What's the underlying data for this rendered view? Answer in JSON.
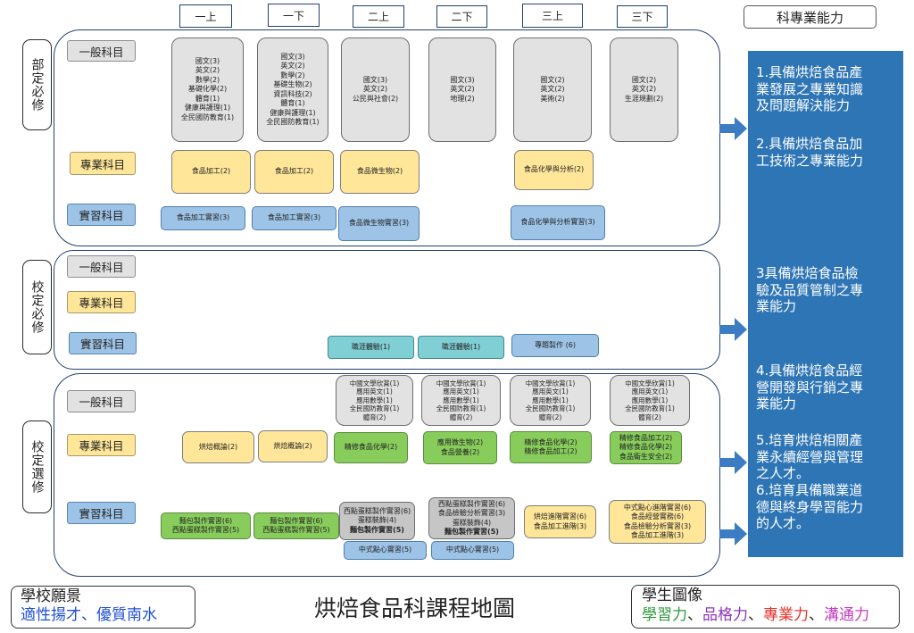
{
  "title": "烘焙食品科課程地圖",
  "semesters": [
    "一上",
    "一下",
    "二上",
    "二下",
    "三上",
    "三下"
  ],
  "competency_header": "科專業能力",
  "competencies": [
    "1.具備烘焙食品產業發展之專業知識及問題解決能力",
    "2.具備烘焙食品加工技術之專業能力",
    "3具備烘焙食品檢驗及品質管制之專業能力",
    "4.具備烘焙食品經營開發與行銷之專業能力",
    "5.培育烘焙相關產業永續經營與管理之人才。",
    "6.培育具備職業道德與終身學習能力的人才。"
  ],
  "row_labels": {
    "general": "一般科目",
    "professional": "專業科目",
    "practice": "實習科目"
  },
  "sections": {
    "national_required": {
      "label": "部定必修",
      "general": [
        [
          "國文(3)",
          "英文(2)",
          "數學(2)",
          "基礎化學(2)",
          "體育(1)",
          "健康與護理(1)",
          "全民國防教育(1)"
        ],
        [
          "國文(3)",
          "英文(2)",
          "數學(2)",
          "基礎生物(2)",
          "資訊科技(2)",
          "體育(1)",
          "健康與護理(1)",
          "全民國防教育(1)"
        ],
        [
          "國文(3)",
          "英文(2)",
          "公民與社會(2)"
        ],
        [
          "國文(3)",
          "英文(2)",
          "地理(2)"
        ],
        [
          "國文(2)",
          "英文(2)",
          "美術(2)"
        ],
        [
          "國文(2)",
          "英文(2)",
          "生涯規劃(2)"
        ]
      ],
      "professional": [
        [
          "食品加工(2)"
        ],
        [
          "食品加工(2)"
        ],
        [
          "食品微生物(2)"
        ],
        [
          "食品化學與分析(2)"
        ]
      ],
      "practice": [
        [
          "食品加工實習(3)"
        ],
        [
          "食品加工實習(3)"
        ],
        [
          "食品微生物實習(3)"
        ],
        [
          "食品化學與分析實習(3)"
        ]
      ]
    },
    "school_required": {
      "label": "校定必修",
      "practice": [
        [
          "職涯體驗(1)"
        ],
        [
          "職涯體驗(1)"
        ],
        [
          "專題製作 (6)"
        ]
      ]
    },
    "school_elective": {
      "label": "校定選修",
      "general": [
        [
          "中國文學欣賞(1)",
          "應用英文(1)",
          "應用數學(1)",
          "全民國防教育(1)",
          "體育(2)"
        ],
        [
          "中國文學欣賞(1)",
          "應用英文(1)",
          "應用數學(1)",
          "全民國防教育(1)",
          "體育(2)"
        ],
        [
          "中國文學欣賞(1)",
          "應用英文(1)",
          "應用數學(1)",
          "全民國防教育(1)",
          "體育(2)"
        ],
        [
          "中國文學欣賞(1)",
          "應用英文(1)",
          "應用數學(1)",
          "全民國防教育(1)",
          "體育(2)"
        ]
      ],
      "professional": [
        [
          "烘焙概論(2)"
        ],
        [
          "烘焙概論(2)"
        ],
        [
          "精修食品化學(2)"
        ],
        [
          "應用微生物(2)",
          "食品營養(2)"
        ],
        [
          "精修食品化學(2)",
          "精修食品加工(2)"
        ],
        [
          "精修食品加工(2)",
          "精修食品化學(2)",
          "食品衛生安全(2)"
        ]
      ],
      "practice": [
        [
          "麵包製作實習(6)",
          "西點蛋糕製作實習(5)"
        ],
        [
          "麵包製作實習(6)",
          "西點蛋糕製作實習(5)"
        ],
        [
          "西點蛋糕製作實習(6)",
          "蛋糕裝飾(4)",
          "麵包製作實習(5)"
        ],
        [
          "西點蛋糕製作實習(6)",
          "食品檢驗分析實習(3)",
          "蛋糕裝飾(4)",
          "麵包製作實習(5)"
        ],
        [
          "中式點心實習(5)"
        ],
        [
          "中式點心實習(5)"
        ],
        [
          "烘焙進階實習(6)",
          "食品加工進階(3)"
        ],
        [
          "中式點心進階實習(6)",
          "食品經營實務(6)",
          "食品檢驗分析實習(3)",
          "食品加工進階(3)"
        ]
      ]
    }
  },
  "school_vision": {
    "label": "學校願景",
    "text": "適性揚才、優質南水"
  },
  "student_portrait": {
    "label": "學生圖像",
    "separator": "、",
    "traits": [
      {
        "text": "學習力",
        "color": "#2e9a3c"
      },
      {
        "text": "品格力",
        "color": "#8e35b8"
      },
      {
        "text": "專業力",
        "color": "#e3342f"
      },
      {
        "text": "溝通力",
        "color": "#c23cc0"
      }
    ]
  },
  "colors": {
    "general": "#e2e2e2",
    "professional": "#ffe699",
    "practice": "#9dc3e6",
    "elective": "#88cd5c",
    "career": "#80cfd4",
    "combined_practice": "#c6c6c6",
    "competency_panel": "#2e75b6",
    "arrow": "#3b7cc3",
    "outline": "#24406e",
    "vision_text": "#1f4fd3"
  }
}
